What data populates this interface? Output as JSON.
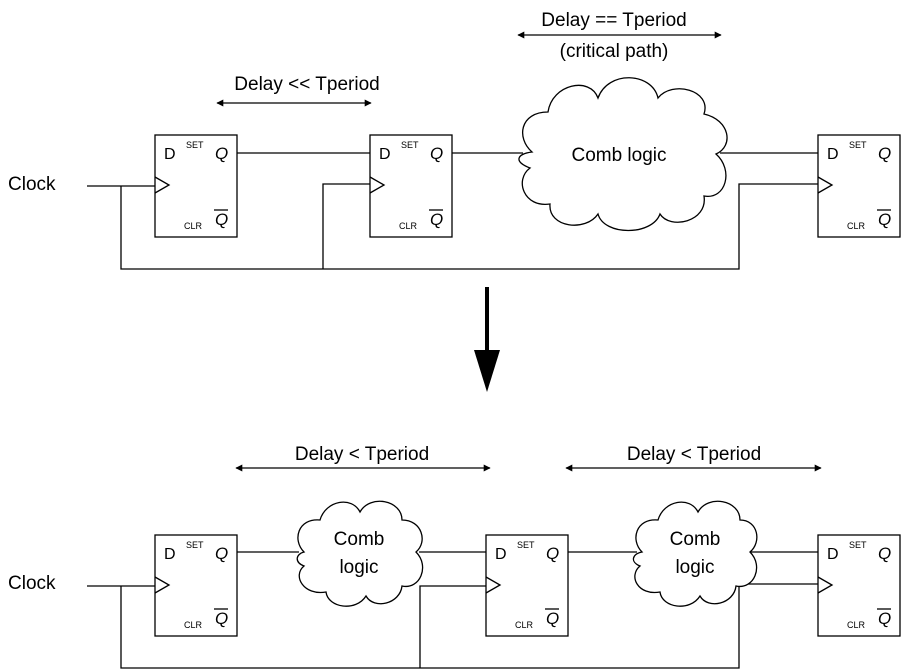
{
  "top": {
    "clock_label": "Clock",
    "delay_short_label": "Delay << Tperiod",
    "delay_critical_label": "Delay == Tperiod",
    "critical_note": "(critical path)",
    "comb_label": "Comb logic"
  },
  "bottom": {
    "clock_label": "Clock",
    "delay1_label": "Delay < Tperiod",
    "delay2_label": "Delay < Tperiod",
    "comb1_line1": "Comb",
    "comb1_line2": "logic",
    "comb2_line1": "Comb",
    "comb2_line2": "logic"
  },
  "flipflop": {
    "d_label": "D",
    "q_label": "Q",
    "qbar_label": "Q",
    "set_label": "SET",
    "clr_label": "CLR"
  }
}
